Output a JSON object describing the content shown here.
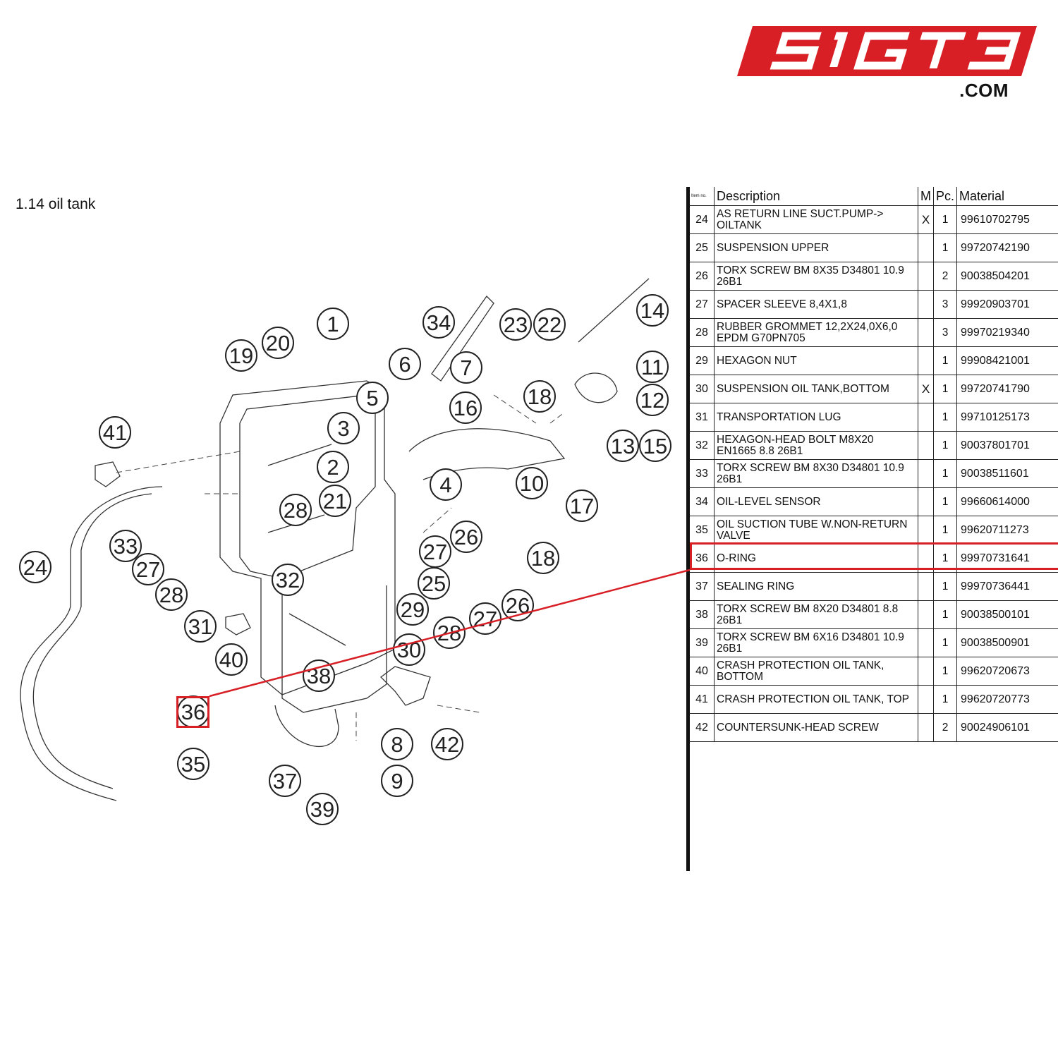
{
  "brand": {
    "name": "SIGT3",
    "suffix": ".COM",
    "color": "#d81f26"
  },
  "section": {
    "title": "1.14  oil tank"
  },
  "table": {
    "headers": {
      "item_no": "Item no.",
      "description": "Description",
      "m": "M",
      "pc": "Pc.",
      "material": "Material"
    },
    "rows": [
      {
        "no": "24",
        "description": "AS RETURN LINE SUCT.PUMP-> OILTANK",
        "m": "X",
        "pc": "1",
        "material": "99610702795"
      },
      {
        "no": "25",
        "description": "SUSPENSION UPPER",
        "m": "",
        "pc": "1",
        "material": "99720742190"
      },
      {
        "no": "26",
        "description": "TORX SCREW BM 8X35 D34801 10.9 26B1",
        "m": "",
        "pc": "2",
        "material": "90038504201"
      },
      {
        "no": "27",
        "description": "SPACER SLEEVE 8,4X1,8",
        "m": "",
        "pc": "3",
        "material": "99920903701"
      },
      {
        "no": "28",
        "description": "RUBBER GROMMET 12,2X24,0X6,0 EPDM G70PN705",
        "m": "",
        "pc": "3",
        "material": "99970219340"
      },
      {
        "no": "29",
        "description": "HEXAGON NUT",
        "m": "",
        "pc": "1",
        "material": "99908421001"
      },
      {
        "no": "30",
        "description": "SUSPENSION OIL TANK,BOTTOM",
        "m": "X",
        "pc": "1",
        "material": "99720741790"
      },
      {
        "no": "31",
        "description": "TRANSPORTATION LUG",
        "m": "",
        "pc": "1",
        "material": "99710125173"
      },
      {
        "no": "32",
        "description": "HEXAGON-HEAD BOLT M8x20 EN1665 8.8 26B1",
        "m": "",
        "pc": "1",
        "material": "90037801701"
      },
      {
        "no": "33",
        "description": "TORX SCREW BM 8X30 D34801 10.9 26B1",
        "m": "",
        "pc": "1",
        "material": "90038511601"
      },
      {
        "no": "34",
        "description": "OIL-LEVEL SENSOR",
        "m": "",
        "pc": "1",
        "material": "99660614000"
      },
      {
        "no": "35",
        "description": "OIL SUCTION TUBE W.NON-RETURN VALVE",
        "m": "",
        "pc": "1",
        "material": "99620711273"
      },
      {
        "no": "36",
        "description": "O-RING",
        "m": "",
        "pc": "1",
        "material": "99970731641"
      },
      {
        "no": "37",
        "description": "SEALING RING",
        "m": "",
        "pc": "1",
        "material": "99970736441"
      },
      {
        "no": "38",
        "description": "TORX SCREW BM 8X20 D34801 8.8 26B1",
        "m": "",
        "pc": "1",
        "material": "90038500101"
      },
      {
        "no": "39",
        "description": "TORX SCREW BM 6X16 D34801 10.9 26B1",
        "m": "",
        "pc": "1",
        "material": "90038500901"
      },
      {
        "no": "40",
        "description": "CRASH PROTECTION OIL TANK, BOTTOM",
        "m": "",
        "pc": "1",
        "material": "99620720673"
      },
      {
        "no": "41",
        "description": "CRASH PROTECTION OIL TANK, TOP",
        "m": "",
        "pc": "1",
        "material": "99620720773"
      },
      {
        "no": "42",
        "description": "COUNTERSUNK-HEAD SCREW",
        "m": "",
        "pc": "2",
        "material": "90024906101"
      }
    ]
  },
  "diagram": {
    "callouts": [
      "1",
      "2",
      "3",
      "4",
      "5",
      "6",
      "7",
      "8",
      "9",
      "10",
      "11",
      "12",
      "13",
      "15",
      "14",
      "16",
      "17",
      "18",
      "18",
      "19",
      "20",
      "21",
      "22",
      "23",
      "24",
      "25",
      "26",
      "26",
      "27",
      "27",
      "27",
      "28",
      "28",
      "28",
      "29",
      "30",
      "31",
      "32",
      "33",
      "34",
      "35",
      "36",
      "37",
      "38",
      "39",
      "40",
      "41",
      "42"
    ]
  },
  "highlight": {
    "item": "36",
    "color": "#d81f26"
  }
}
